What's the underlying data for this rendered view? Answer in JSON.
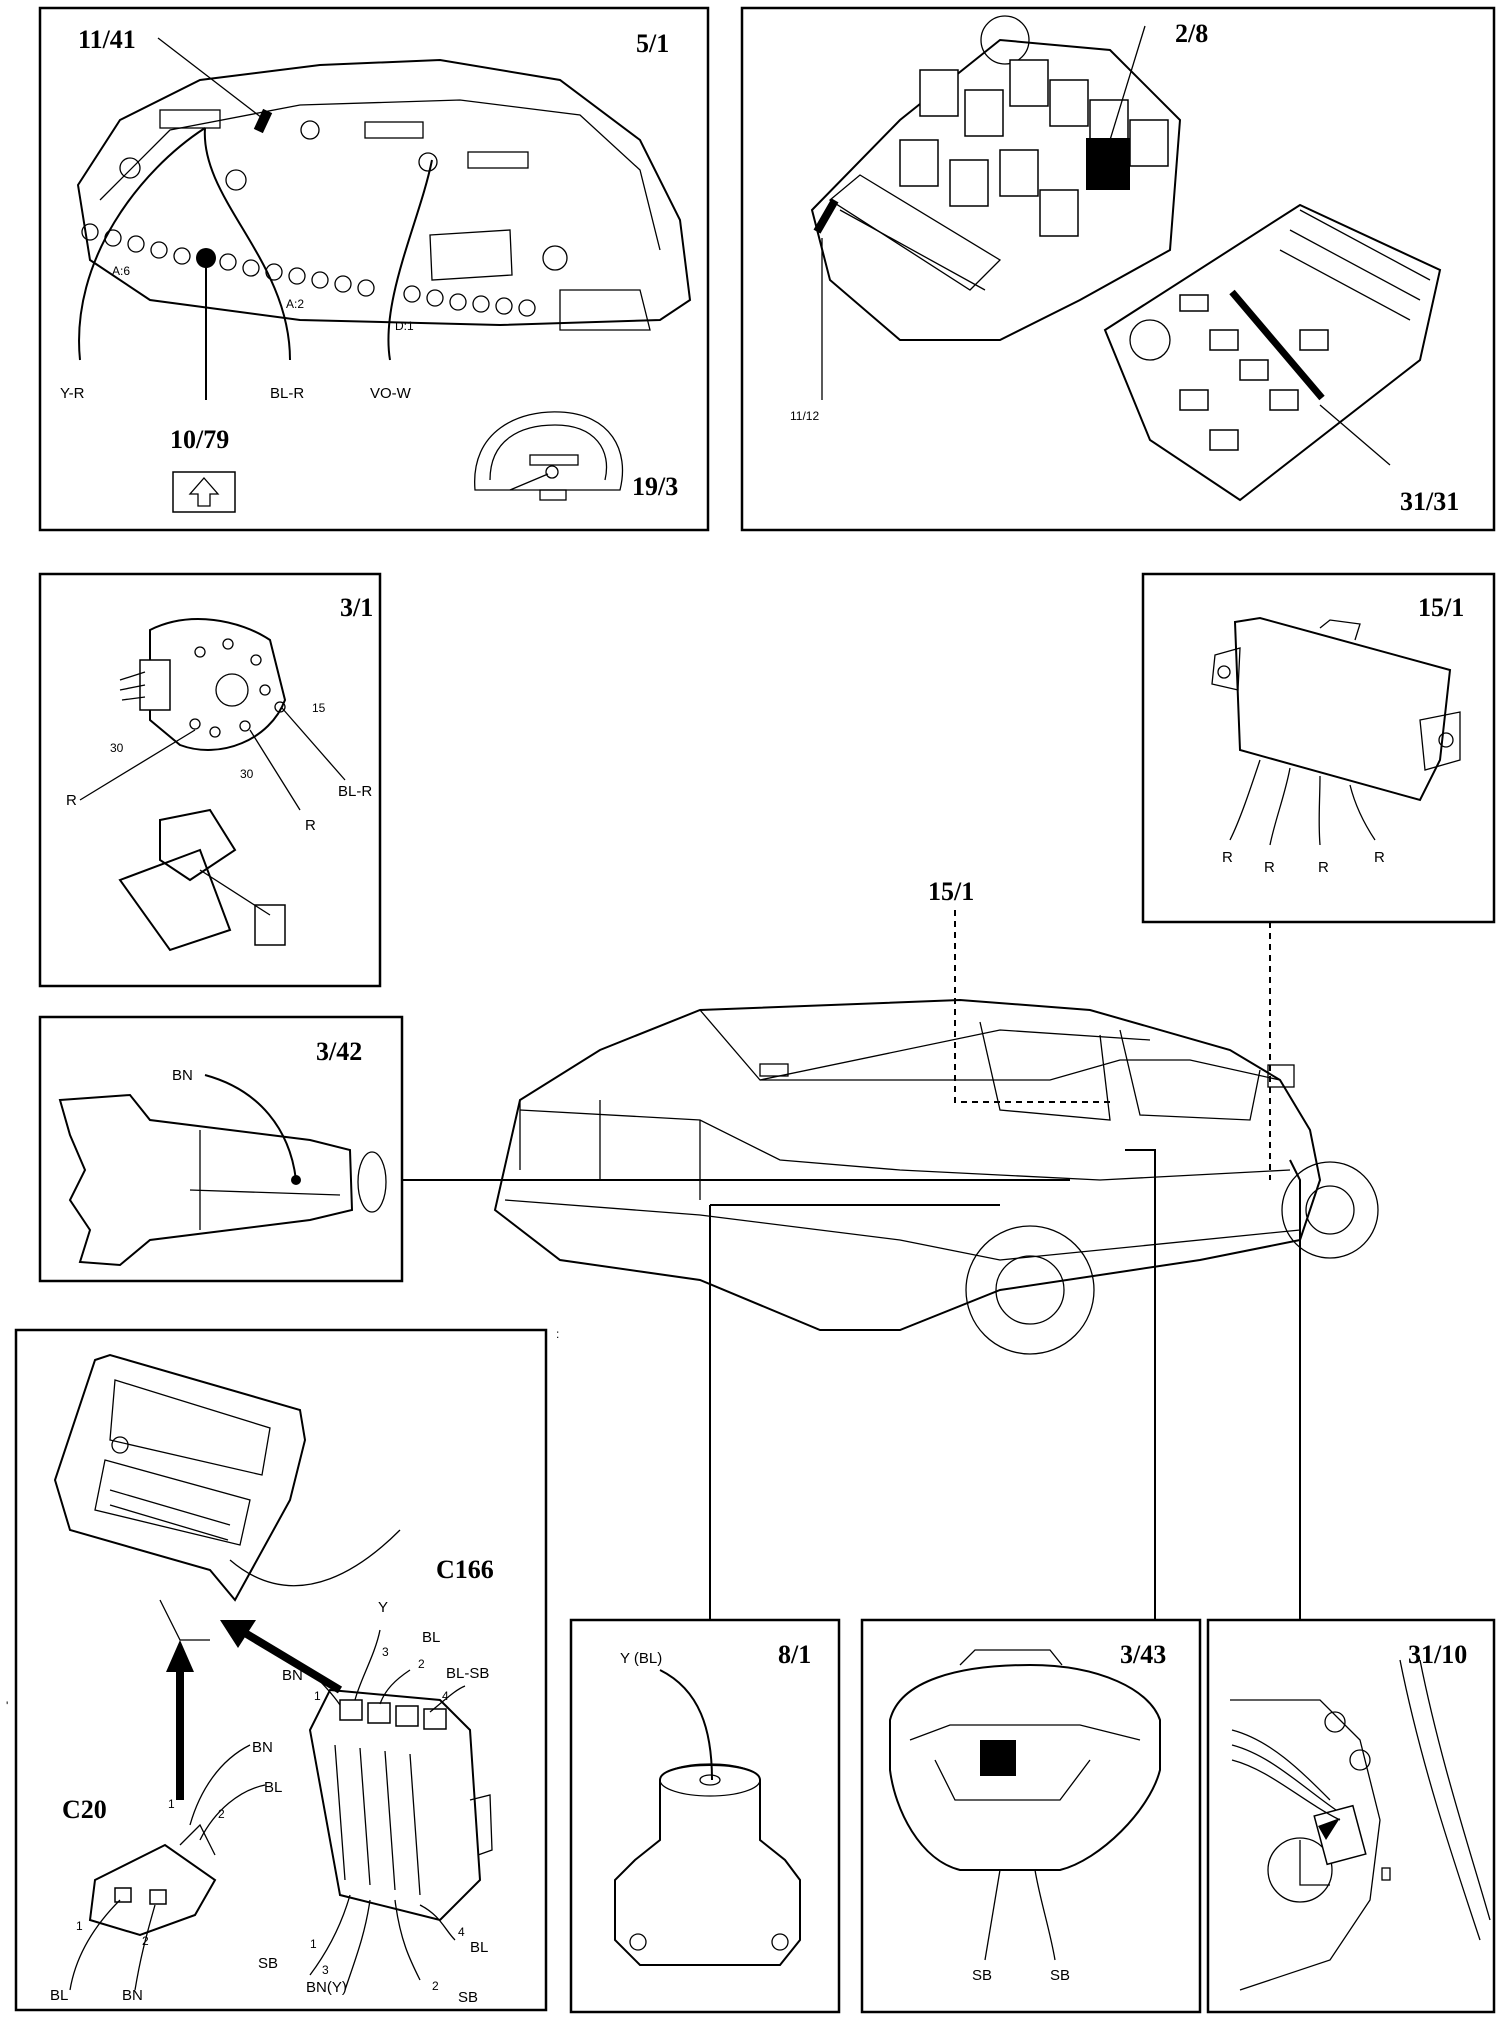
{
  "panels": {
    "instrument_cluster": {
      "ref": "5/1",
      "component_ref": "11/41",
      "pins": [
        "A:6",
        "A:2",
        "D:1"
      ],
      "wires": [
        "Y-R",
        "BL-R",
        "VO-W"
      ],
      "sub_ref": "10/79",
      "gauge_ref": "19/3"
    },
    "relay_fuse_box": {
      "ref": "2/8",
      "side_ref": "11/12",
      "fuse_ref": "31/31"
    },
    "ignition_switch": {
      "ref": "3/1",
      "terminals": [
        "30",
        "15",
        "30"
      ],
      "wires": [
        "R",
        "BL-R",
        "R"
      ]
    },
    "control_module": {
      "ref": "15/1",
      "wires": [
        "R",
        "R",
        "R",
        "R"
      ]
    },
    "car": {
      "ref": "15/1"
    },
    "transmission": {
      "ref": "3/42",
      "wire": "BN"
    },
    "connectors": {
      "c20": {
        "label": "C20",
        "pins": [
          "1",
          "2",
          "1",
          "2"
        ],
        "wires": [
          "BN",
          "BL",
          "BL",
          "BN"
        ]
      },
      "c166": {
        "label": "C166",
        "top_pins": [
          "1",
          "3",
          "2",
          "4"
        ],
        "top_wires": [
          "BN",
          "Y",
          "BL",
          "BL-SB"
        ],
        "bottom_pins": [
          "1",
          "3",
          "4",
          "2"
        ],
        "bottom_wires": [
          "SB",
          "BN(Y)",
          "BL",
          "SB"
        ]
      }
    },
    "sensor": {
      "ref": "8/1",
      "wire": "Y (BL)"
    },
    "shift_knob": {
      "ref": "3/43",
      "wires": [
        "SB",
        "SB"
      ]
    },
    "ground_point": {
      "ref": "31/10"
    }
  },
  "colors": {
    "ink": "#000000",
    "paper": "#ffffff"
  }
}
